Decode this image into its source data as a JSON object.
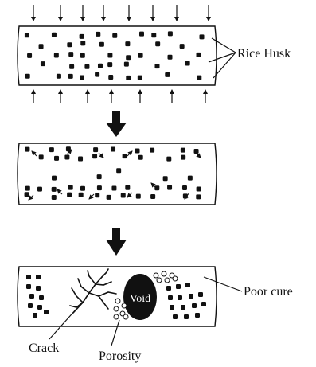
{
  "labels": {
    "rice_husk": "Rice Husk",
    "void": "Void",
    "poor_cure": "Poor cure",
    "crack": "Crack",
    "porosity": "Porosity"
  },
  "colors": {
    "ink": "#111111",
    "background": "#ffffff"
  }
}
